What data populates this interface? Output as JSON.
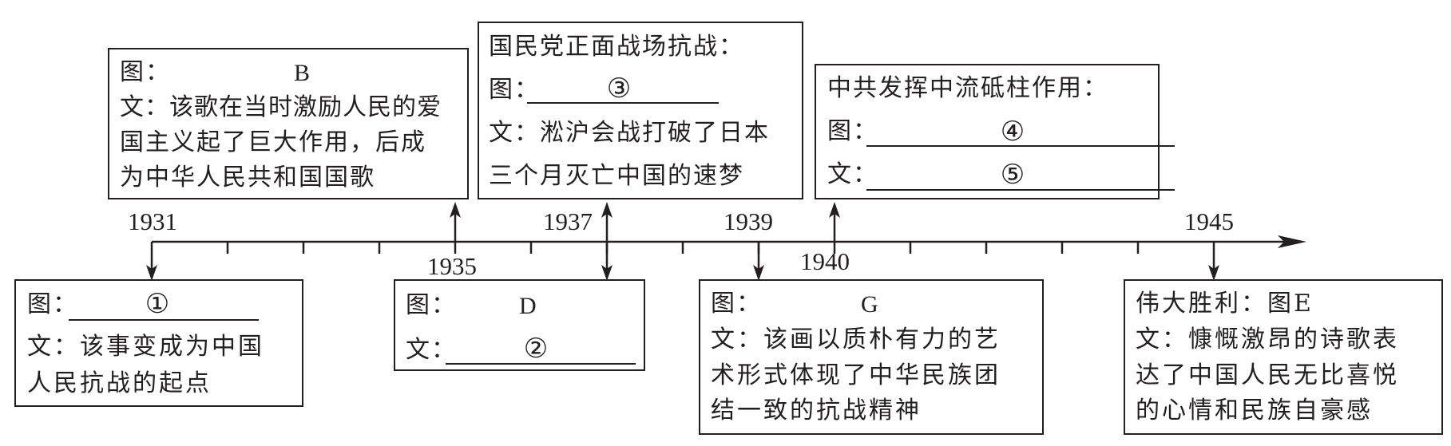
{
  "timeline": {
    "years": [
      "1931",
      "1935",
      "1937",
      "1939",
      "1940",
      "1945"
    ]
  },
  "box_1931": {
    "img_label": "图：",
    "img_blank": "①",
    "text_lines": [
      "文：该事变成为中国",
      "人民抗战的起点"
    ]
  },
  "box_1935": {
    "img_label": "图：",
    "img_value": "B",
    "text_lines": [
      "文：该歌在当时激励人民的爱",
      "国主义起了巨大作用，后成",
      "为中华人民共和国国歌"
    ]
  },
  "box_d": {
    "img_label": "图：",
    "img_value": "D",
    "text_label": "文：",
    "text_blank": "②"
  },
  "box_1937": {
    "title": "国民党正面战场抗战：",
    "img_label": "图：",
    "img_blank": "③",
    "text_lines": [
      "文：淞沪会战打破了日本",
      "三个月灭亡中国的速梦"
    ]
  },
  "box_1939": {
    "img_label": "图：",
    "img_value": "G",
    "text_lines": [
      "文：该画以质朴有力的艺",
      "术形式体现了中华民族团",
      "结一致的抗战精神"
    ]
  },
  "box_1940": {
    "title": "中共发挥中流砥柱作用：",
    "img_label": "图：",
    "img_blank": "④",
    "text_label": "文：",
    "text_blank": "⑤"
  },
  "box_1945": {
    "title": "伟大胜利：图E",
    "text_lines": [
      "文：慷慨激昂的诗歌表",
      "达了中国人民无比喜悦",
      "的心情和民族自豪感"
    ]
  }
}
